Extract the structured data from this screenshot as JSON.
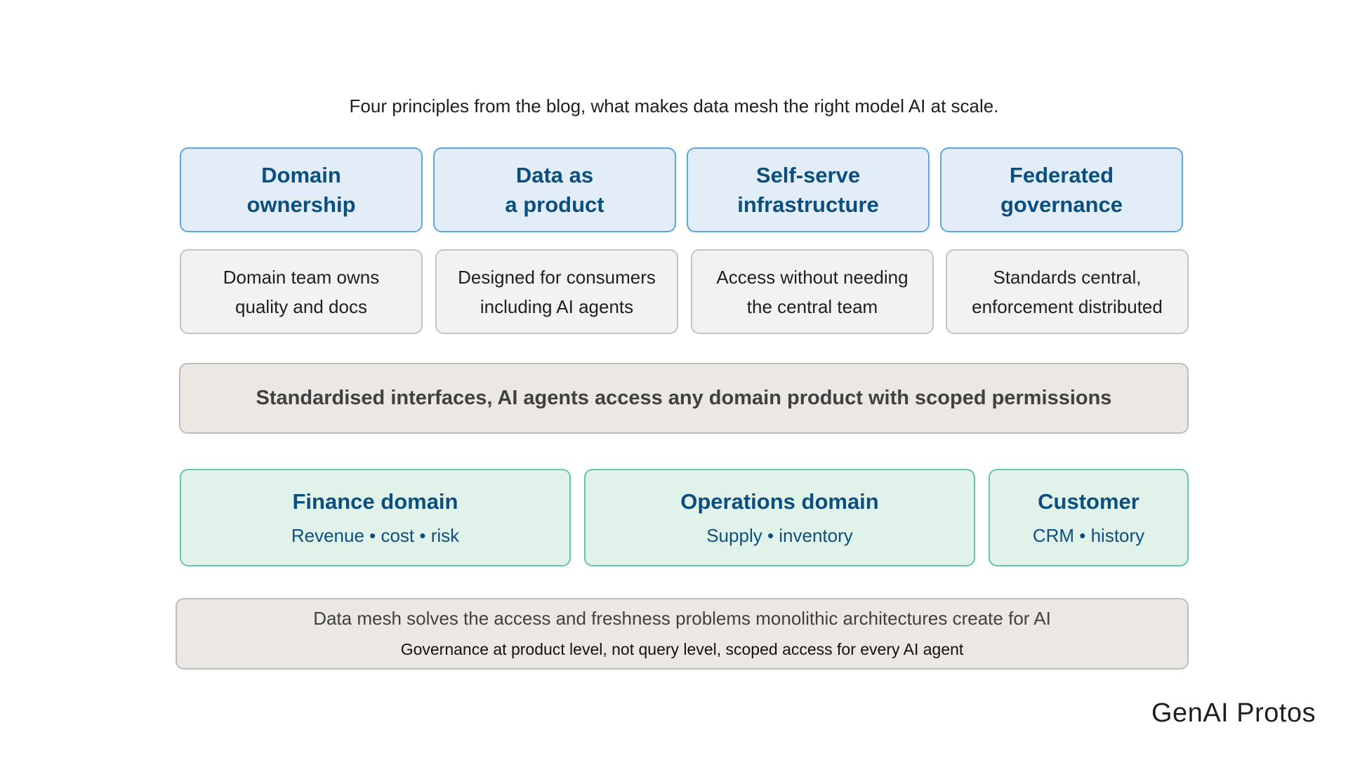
{
  "subtitle": "Four principles from the blog, what makes data mesh the right model AI at scale.",
  "principles": [
    {
      "line1": "Domain",
      "line2": "ownership",
      "desc1": "Domain team owns",
      "desc2": "quality and docs"
    },
    {
      "line1": "Data as",
      "line2": "a product",
      "desc1": "Designed for consumers",
      "desc2": "including AI agents"
    },
    {
      "line1": "Self-serve",
      "line2": "infrastructure",
      "desc1": "Access without needing",
      "desc2": "the central team"
    },
    {
      "line1": "Federated",
      "line2": "governance",
      "desc1": "Standards central,",
      "desc2": "enforcement distributed"
    }
  ],
  "interface_bar": "Standardised interfaces, AI agents access any domain product with scoped permissions",
  "domains": [
    {
      "name": "Finance domain",
      "sub": "Revenue • cost • risk"
    },
    {
      "name": "Operations domain",
      "sub": "Supply • inventory"
    },
    {
      "name": "Customer",
      "sub": "CRM • history"
    }
  ],
  "summary": {
    "line1": "Data mesh solves the access and freshness problems monolithic architectures create for AI",
    "line2": "Governance at product level, not query level, scoped access for every AI agent"
  },
  "logo_text": "GenAI Protos",
  "colors": {
    "principle_fill": "#e2edf8",
    "principle_border": "#5aa7e2",
    "principle_text": "#0b4f80",
    "domain_fill": "#e1f2ea",
    "domain_border": "#63c9a4",
    "neutral_fill": "#ebe8e4"
  }
}
